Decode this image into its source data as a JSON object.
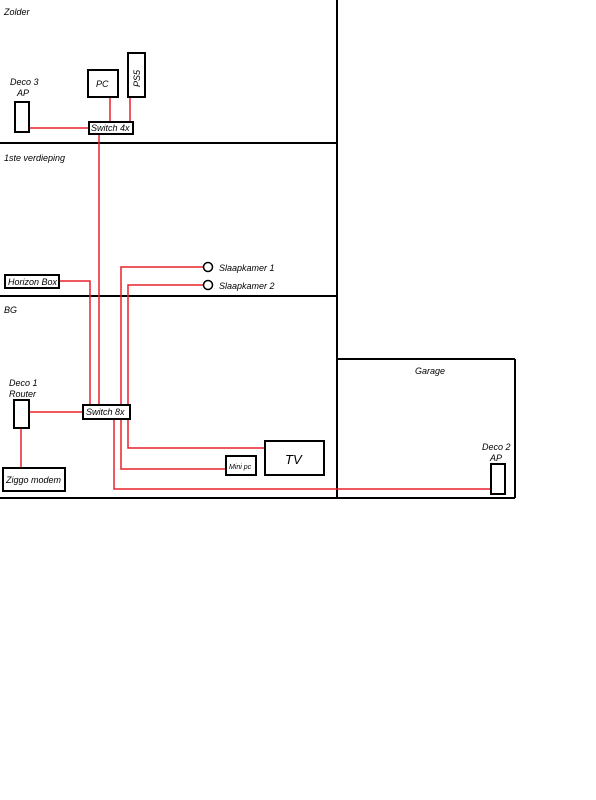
{
  "floors": {
    "zolder": "Zolder",
    "eerste": "1ste verdieping",
    "bg": "BG",
    "garage": "Garage"
  },
  "devices": {
    "deco3_line1": "Deco 3",
    "deco3_line2": "AP",
    "pc": "PC",
    "ps5": "PS5",
    "switch4": "Switch 4x",
    "horizon": "Horizon Box",
    "slaapkamer1": "Slaapkamer 1",
    "slaapkamer2": "Slaapkamer 2",
    "deco1_line1": "Deco 1",
    "deco1_line2": "Router",
    "switch8": "Switch 8x",
    "ziggo": "Ziggo modem",
    "minipc": "Mini pc",
    "tv": "TV",
    "deco2_line1": "Deco 2",
    "deco2_line2": "AP"
  },
  "colors": {
    "wall": "#000000",
    "cable": "#e8202a"
  }
}
